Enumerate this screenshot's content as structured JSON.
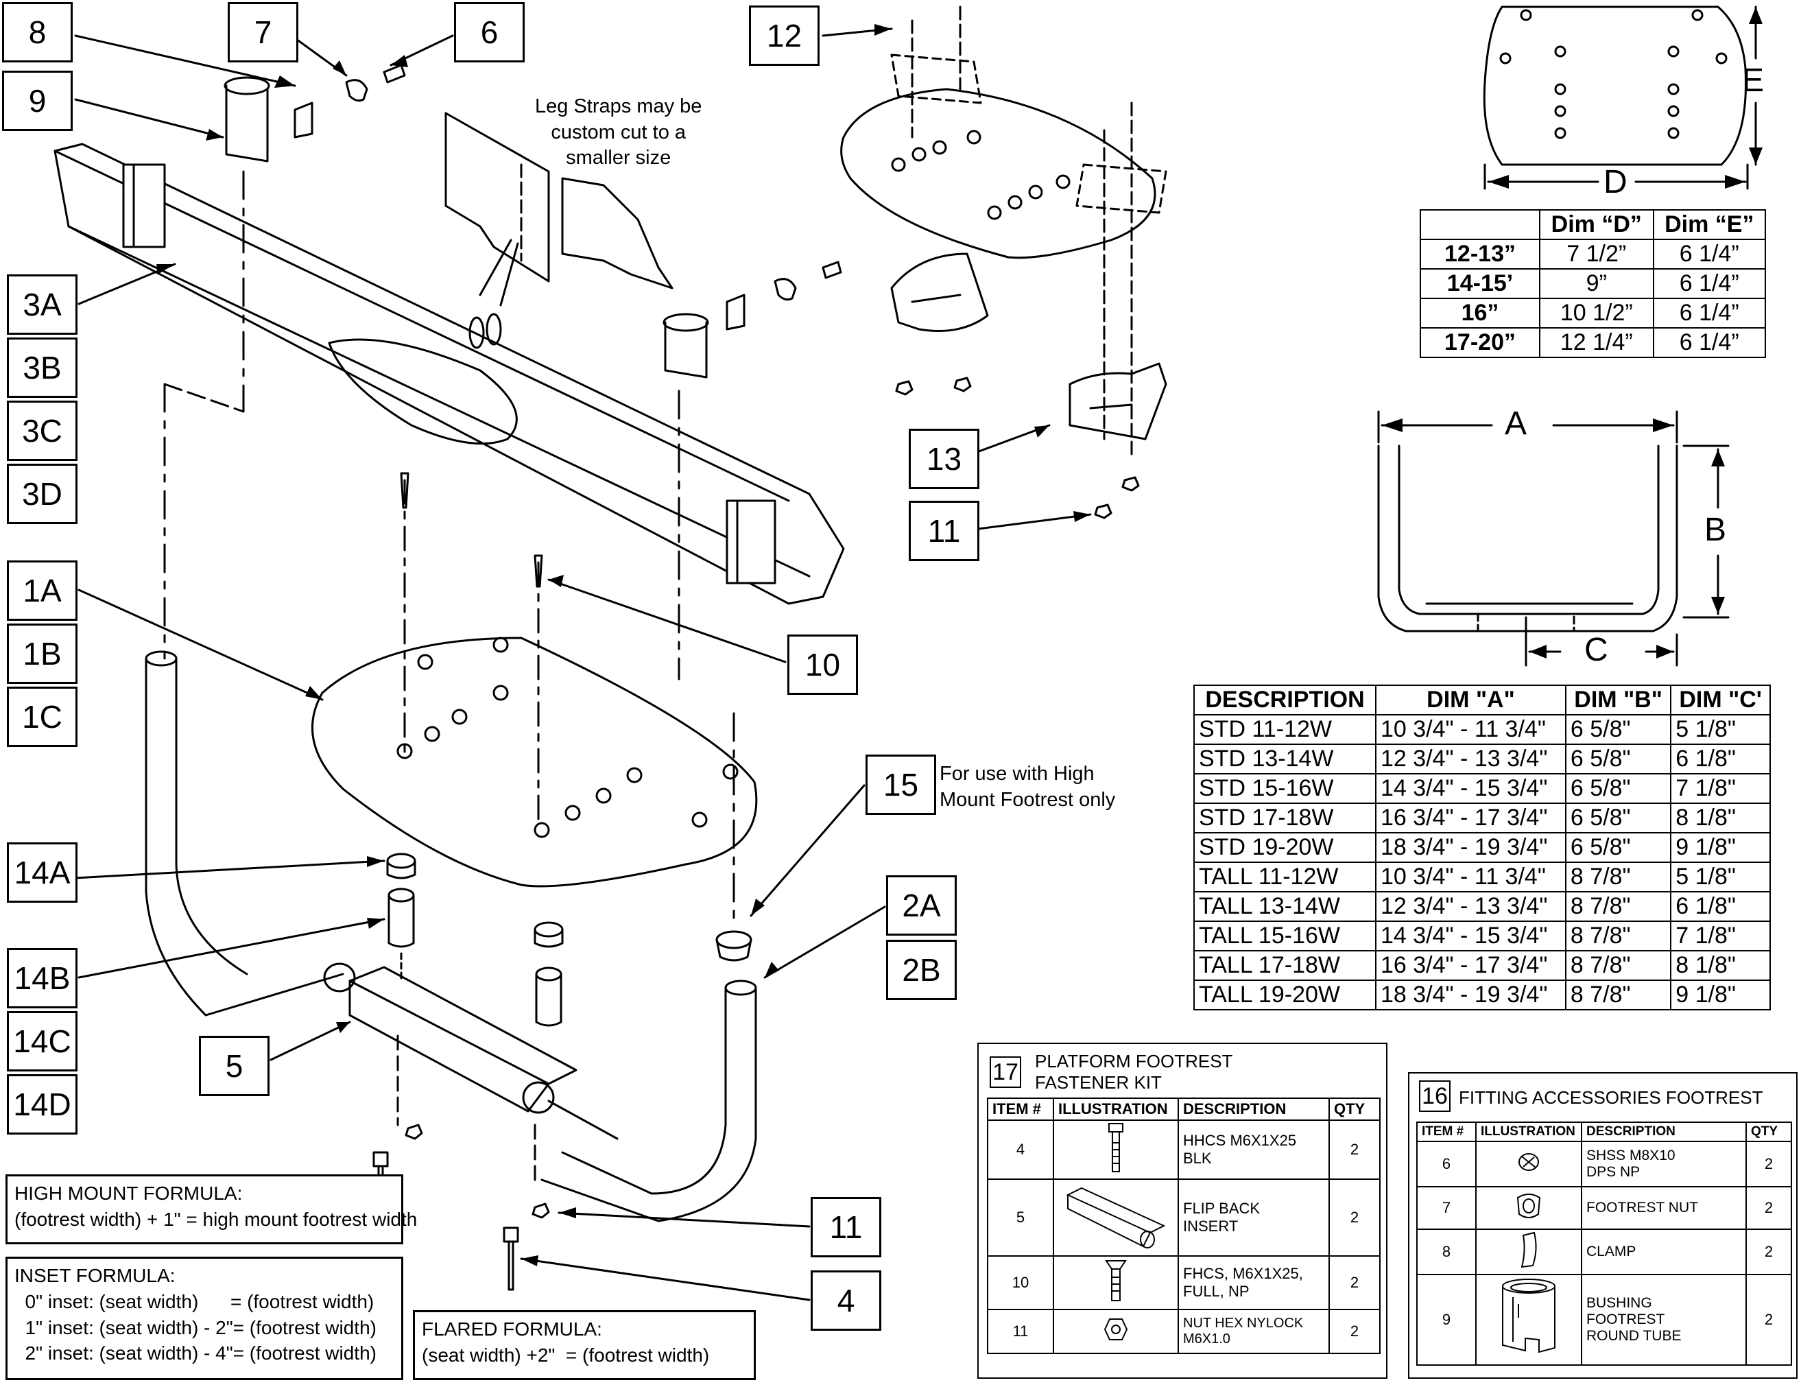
{
  "callouts": {
    "c8": "8",
    "c7": "7",
    "c6": "6",
    "c9": "9",
    "c12": "12",
    "c3a": "3A",
    "c3b": "3B",
    "c3c": "3C",
    "c3d": "3D",
    "c1a": "1A",
    "c1b": "1B",
    "c1c": "1C",
    "c13": "13",
    "c11a": "11",
    "c10": "10",
    "c15": "15",
    "c14a": "14A",
    "c14b": "14B",
    "c14c": "14C",
    "c14d": "14D",
    "c2a": "2A",
    "c2b": "2B",
    "c5": "5",
    "c11b": "11",
    "c4": "4"
  },
  "notes": {
    "leg_straps": "Leg Straps may be\ncustom cut to a\nsmaller size",
    "high_mount_only": "For use with High\nMount Footrest only"
  },
  "dims": {
    "d": "D",
    "e": "E",
    "a": "A",
    "b": "B",
    "c": "C"
  },
  "de_table": {
    "headers": [
      "",
      "Dim “D”",
      "Dim “E”"
    ],
    "rows": [
      [
        "12-13”",
        "7 1/2”",
        "6 1/4”"
      ],
      [
        "14-15’",
        "9”",
        "6 1/4”"
      ],
      [
        "16”",
        "10 1/2”",
        "6 1/4”"
      ],
      [
        "17-20”",
        "12 1/4”",
        "6 1/4”"
      ]
    ]
  },
  "abc_table": {
    "headers": [
      "DESCRIPTION",
      "DIM \"A\"",
      "DIM \"B\"",
      "DIM \"C'"
    ],
    "rows": [
      [
        "STD 11-12W",
        "10 3/4\" - 11 3/4\"",
        "6 5/8\"",
        "5 1/8\""
      ],
      [
        "STD 13-14W",
        "12 3/4\" - 13 3/4\"",
        "6 5/8\"",
        "6 1/8\""
      ],
      [
        "STD 15-16W",
        "14 3/4\" - 15 3/4\"",
        "6 5/8\"",
        "7 1/8\""
      ],
      [
        "STD 17-18W",
        "16 3/4\" - 17 3/4\"",
        "6 5/8\"",
        "8 1/8\""
      ],
      [
        "STD 19-20W",
        "18 3/4\" - 19 3/4\"",
        "6 5/8\"",
        "9 1/8\""
      ],
      [
        "TALL 11-12W",
        "10 3/4\" - 11 3/4\"",
        "8 7/8\"",
        "5 1/8\""
      ],
      [
        "TALL 13-14W",
        "12 3/4\" - 13 3/4\"",
        "8 7/8\"",
        "6 1/8\""
      ],
      [
        "TALL 15-16W",
        "14 3/4\" - 15 3/4\"",
        "8 7/8\"",
        "7 1/8\""
      ],
      [
        "TALL 17-18W",
        "16 3/4\" - 17 3/4\"",
        "8 7/8\"",
        "8 1/8\""
      ],
      [
        "TALL 19-20W",
        "18 3/4\" - 19 3/4\"",
        "8 7/8\"",
        "9 1/8\""
      ]
    ]
  },
  "formulas": {
    "high_mount": {
      "title": "HIGH MOUNT FORMULA:",
      "line": "(footrest width) + 1\" = high mount footrest width"
    },
    "inset": {
      "title": "INSET FORMULA:",
      "lines": [
        "  0\" inset: (seat width)      = (footrest width)",
        "  1\" inset: (seat width) - 2\"= (footrest width)",
        "  2\" inset: (seat width) - 4\"= (footrest width)"
      ]
    },
    "flared": {
      "title": "FLARED FORMULA:",
      "line": "(seat width) +2\"  = (footrest width)"
    }
  },
  "kit17": {
    "number": "17",
    "title": "PLATFORM FOOTREST\nFASTENER KIT",
    "headers": [
      "ITEM #",
      "ILLUSTRATION",
      "DESCRIPTION",
      "QTY"
    ],
    "rows": [
      {
        "item": "4",
        "icon": "hex-bolt-icon",
        "desc": "HHCS M6X1X25\nBLK",
        "qty": "2"
      },
      {
        "item": "5",
        "icon": "flip-back-insert-icon",
        "desc": "FLIP BACK\nINSERT",
        "qty": "2"
      },
      {
        "item": "10",
        "icon": "flat-head-screw-icon",
        "desc": "FHCS, M6X1X25,\nFULL, NP",
        "qty": "2"
      },
      {
        "item": "11",
        "icon": "hex-nut-icon",
        "desc": "NUT HEX NYLOCK\nM6X1.0",
        "qty": "2"
      }
    ]
  },
  "kit16": {
    "number": "16",
    "title": "FITTING ACCESSORIES FOOTREST",
    "headers": [
      "ITEM #",
      "ILLUSTRATION",
      "DESCRIPTION",
      "QTY"
    ],
    "rows": [
      {
        "item": "6",
        "icon": "set-screw-icon",
        "desc": "SHSS M8X10\nDPS NP",
        "qty": "2"
      },
      {
        "item": "7",
        "icon": "footrest-nut-icon",
        "desc": "FOOTREST NUT",
        "qty": "2"
      },
      {
        "item": "8",
        "icon": "clamp-icon",
        "desc": "CLAMP",
        "qty": "2"
      },
      {
        "item": "9",
        "icon": "bushing-icon",
        "desc": "BUSHING\nFOOTREST\nROUND TUBE",
        "qty": "2"
      }
    ]
  }
}
